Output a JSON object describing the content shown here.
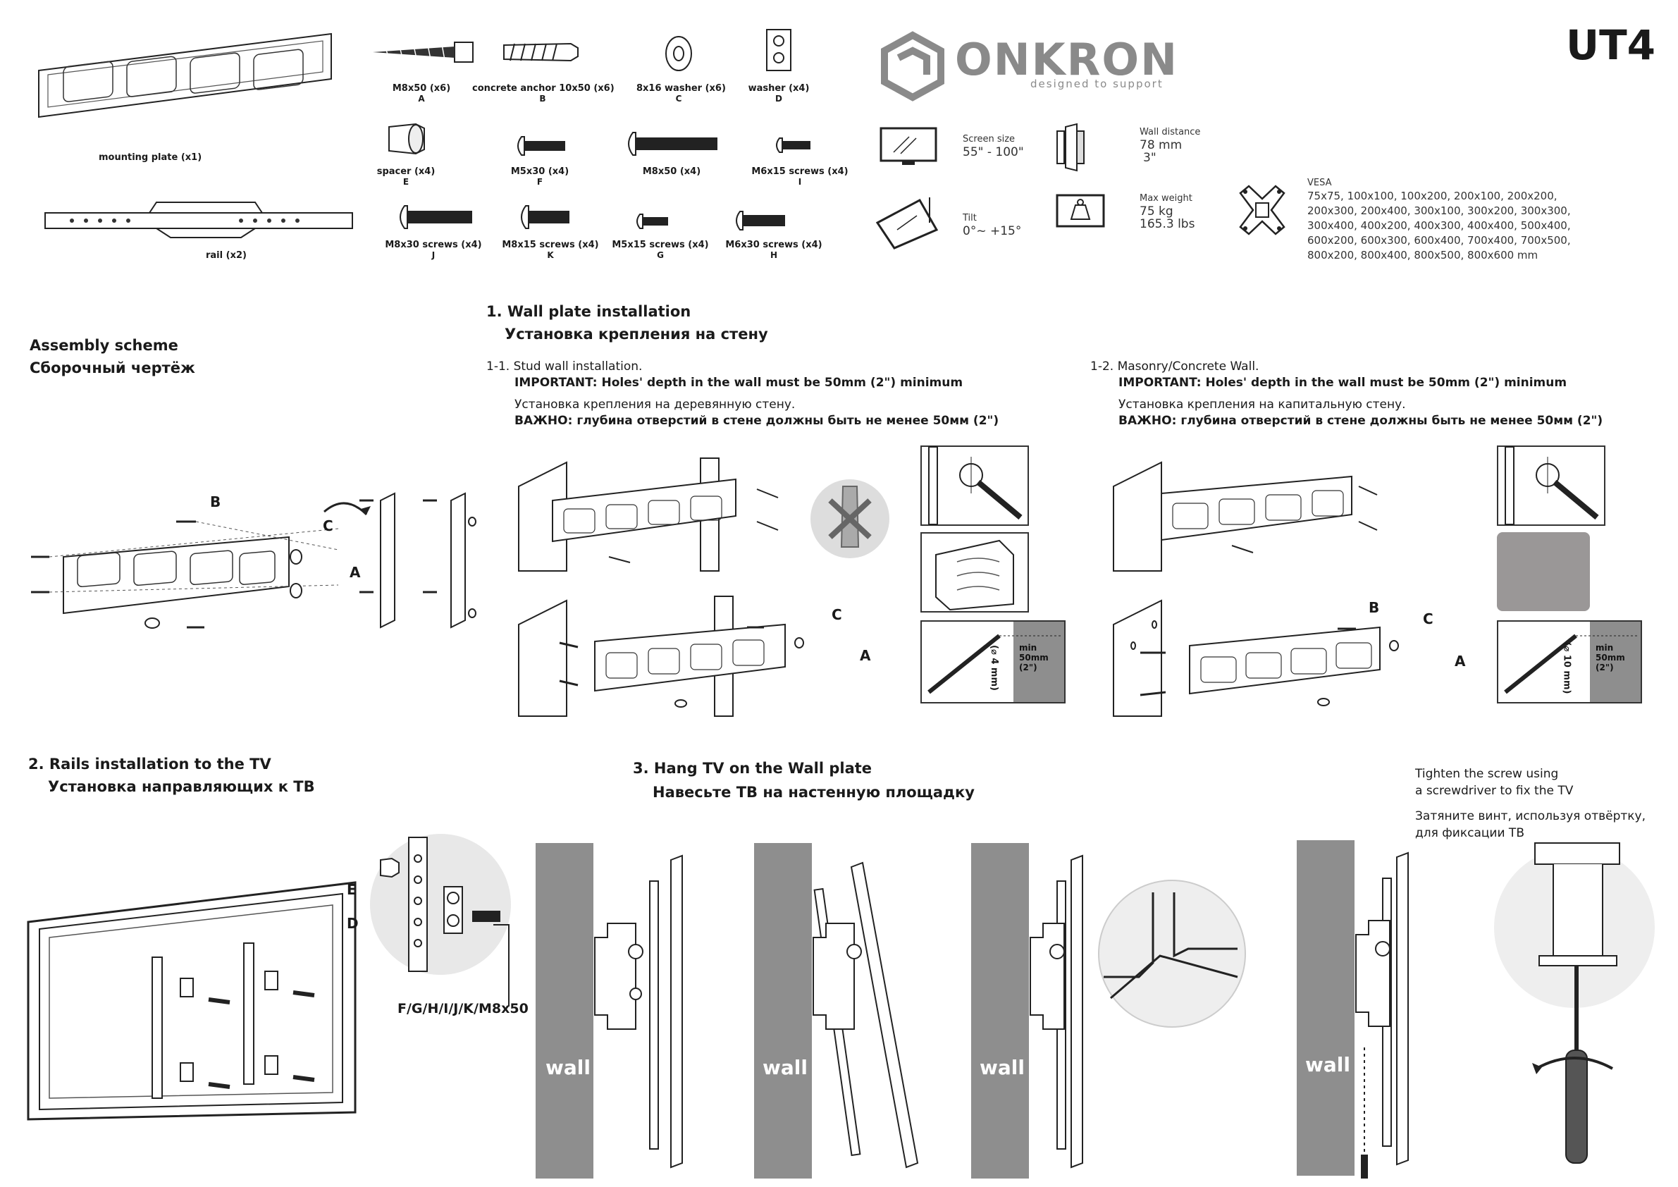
{
  "model": "UT4",
  "brand": {
    "name": "ONKRON",
    "tagline": "designed to support"
  },
  "parts": {
    "mounting_plate": "mounting plate (x1)",
    "rail": "rail (x2)",
    "a": {
      "name": "M8x50 (x6)",
      "code": "A"
    },
    "b": {
      "name": "concrete anchor 10x50 (x6)",
      "code": "B"
    },
    "c": {
      "name": "8x16 washer (x6)",
      "code": "C"
    },
    "d": {
      "name": "washer (x4)",
      "code": "D"
    },
    "e": {
      "name": "spacer (x4)",
      "code": "E"
    },
    "f": {
      "name": "M5x30 (x4)",
      "code": "F"
    },
    "m8x50": {
      "name": "M8x50 (x4)",
      "code": ""
    },
    "i": {
      "name": "M6x15 screws (x4)",
      "code": "I"
    },
    "j": {
      "name": "M8x30 screws (x4)",
      "code": "J"
    },
    "k": {
      "name": "M8x15 screws (x4)",
      "code": "K"
    },
    "g": {
      "name": "M5x15 screws (x4)",
      "code": "G"
    },
    "h": {
      "name": "M6x30 screws (x4)",
      "code": "H"
    }
  },
  "specs": {
    "screen_size_label": "Screen size",
    "screen_size_value": "55\" - 100\"",
    "tilt_label": "Tilt",
    "tilt_value": "0°~ +15°",
    "wall_distance_label": "Wall distance",
    "wall_distance_mm": "78 mm",
    "wall_distance_in": "3\"",
    "max_weight_label": "Max weight",
    "max_weight_kg": "75 kg",
    "max_weight_lbs": "165.3 lbs",
    "vesa_label": "VESA",
    "vesa_lines": [
      "75x75, 100x100, 100x200, 200x100, 200x200,",
      "200x300, 200x400, 300x100, 300x200, 300x300,",
      "300x400,  400x200, 400x300, 400x400, 500x400,",
      "600x200, 600x300, 600x400, 700x400, 700x500,",
      "800x200, 800x400, 800x500, 800x600 mm"
    ]
  },
  "assembly": {
    "title_en": "Assembly scheme",
    "title_ru": "Сборочный чертёж"
  },
  "section1": {
    "title_en": "1. Wall plate installation",
    "title_ru": "Установка крепления на стену",
    "stud": {
      "title": "1-1. Stud wall installation.",
      "important": "IMPORTANT: Holes' depth in the wall must be 50mm (2\") minimum",
      "ru": "Установка крепления на деревянную стену.",
      "ru_important": "ВАЖНО: глубина отверстий в стене должны быть не менее 50мм (2\")",
      "drill": "(⌀ 4 mm)"
    },
    "masonry": {
      "title": "1-2. Masonry/Concrete Wall.",
      "important": "IMPORTANT: Holes' depth in the wall must be 50mm (2\") minimum",
      "ru": "Установка крепления на капитальную стену.",
      "ru_important": "ВАЖНО: глубина отверстий в стене должны быть не менее 50мм (2\")",
      "drill": "(⌀ 10 mm)"
    },
    "depth_min": "min",
    "depth_mm": "50mm",
    "depth_in": "(2\")"
  },
  "section2": {
    "title_en": "2. Rails installation to the TV",
    "title_ru": "Установка направляющих к ТВ",
    "screws_label": "F/G/H/I/J/K/M8x50"
  },
  "section3": {
    "title_en": "3. Hang TV on the Wall plate",
    "title_ru": "Навесьте ТВ на настенную площадку",
    "wall": "wall"
  },
  "tighten": {
    "en_1": "Tighten the screw using",
    "en_2": "a screwdriver to fix the TV",
    "ru_1": "Затяните винт, используя отвёртку,",
    "ru_2": "для фиксации ТВ"
  },
  "letters": {
    "a": "A",
    "b": "B",
    "c": "C",
    "d": "D",
    "e": "E"
  }
}
